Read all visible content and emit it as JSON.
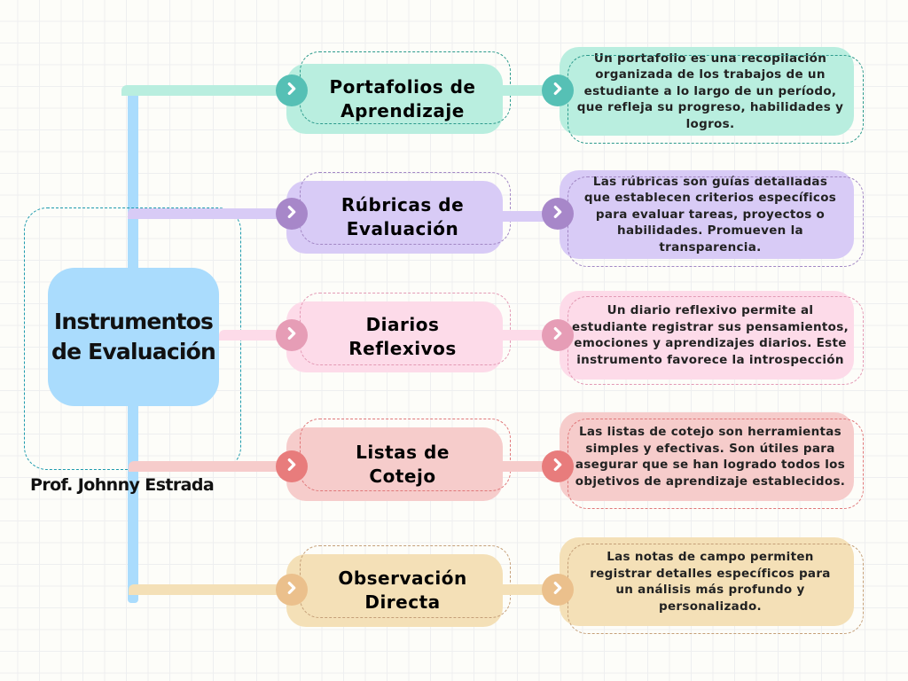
{
  "center": {
    "title_line1": "Instrumentos",
    "title_line2": "de Evaluación",
    "author": "Prof. Johnny Estrada",
    "color": "#aadcfd",
    "frame_color": "#1d9aad"
  },
  "branches": [
    {
      "id": "portafolios",
      "title_line1": "Portafolios de",
      "title_line2": "Aprendizaje",
      "fill": "#b9eedf",
      "accent": "#56c0b5",
      "dash": "#2c9a8c",
      "description": [
        "Un portafolio es una recopilación",
        "organizada de los trabajos de un",
        "estudiante a lo largo de un período,",
        "que refleja su progreso, habilidades y",
        "logros."
      ],
      "chevron_icon": "chevron-right-icon"
    },
    {
      "id": "rubricas",
      "title_line1": "Rúbricas de",
      "title_line2": "Evaluación",
      "fill": "#d8cbf6",
      "accent": "#a787c9",
      "dash": "#a287c4",
      "description": [
        "Las rúbricas son guías detalladas",
        "que establecen criterios específicos",
        "para evaluar tareas, proyectos o",
        "habilidades. Promueven la",
        "transparencia."
      ],
      "chevron_icon": "chevron-right-icon"
    },
    {
      "id": "diarios",
      "title_line1": "Diarios",
      "title_line2": "Reflexivos",
      "fill": "#fddbe9",
      "accent": "#e69db6",
      "dash": "#e39ab5",
      "description": [
        "Un diario reflexivo permite al",
        "estudiante registrar sus pensamientos,",
        "emociones y aprendizajes diarios. Este",
        "instrumento favorece la introspección"
      ],
      "chevron_icon": "chevron-right-icon"
    },
    {
      "id": "listas",
      "title_line1": "Listas de",
      "title_line2": "Cotejo",
      "fill": "#f6cccb",
      "accent": "#e87c7c",
      "dash": "#e0787a",
      "description": [
        "Las listas de cotejo son herramientas",
        "simples y efectivas. Son útiles para",
        "asegurar que se han logrado todos los",
        "objetivos de aprendizaje establecidos."
      ],
      "chevron_icon": "chevron-right-icon"
    },
    {
      "id": "observacion",
      "title_line1": "Observación",
      "title_line2": "Directa",
      "fill": "#f4e0b7",
      "accent": "#ebc08c",
      "dash": "#c5a079",
      "description": [
        "Las notas de campo permiten",
        "registrar detalles específicos para",
        "un análisis más profundo y",
        "personalizado."
      ],
      "chevron_icon": "chevron-right-icon"
    }
  ]
}
